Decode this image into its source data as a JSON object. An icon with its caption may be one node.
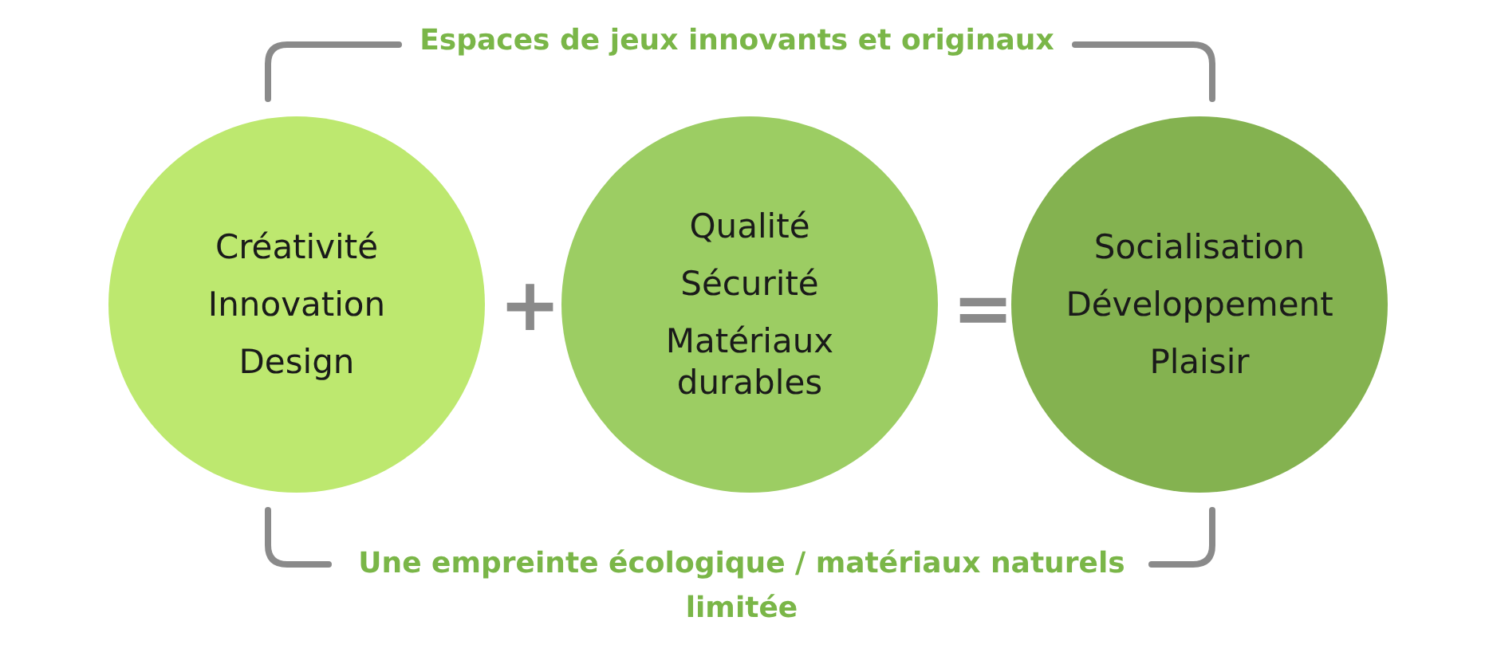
{
  "diagram": {
    "nodes": [
      {
        "text": [
          "Créativité",
          "Innovation",
          "Design"
        ]
      },
      {
        "text": [
          "Qualité",
          "Sécurité",
          "Matériaux durables"
        ]
      },
      {
        "text": [
          "Socialisation",
          "Développement",
          "Plaisir"
        ]
      }
    ],
    "labels": [
      "Espaces de jeux innovants et originaux",
      "+",
      "=",
      "Une empreinte écologique / matériaux naturels limitée"
    ]
  }
}
